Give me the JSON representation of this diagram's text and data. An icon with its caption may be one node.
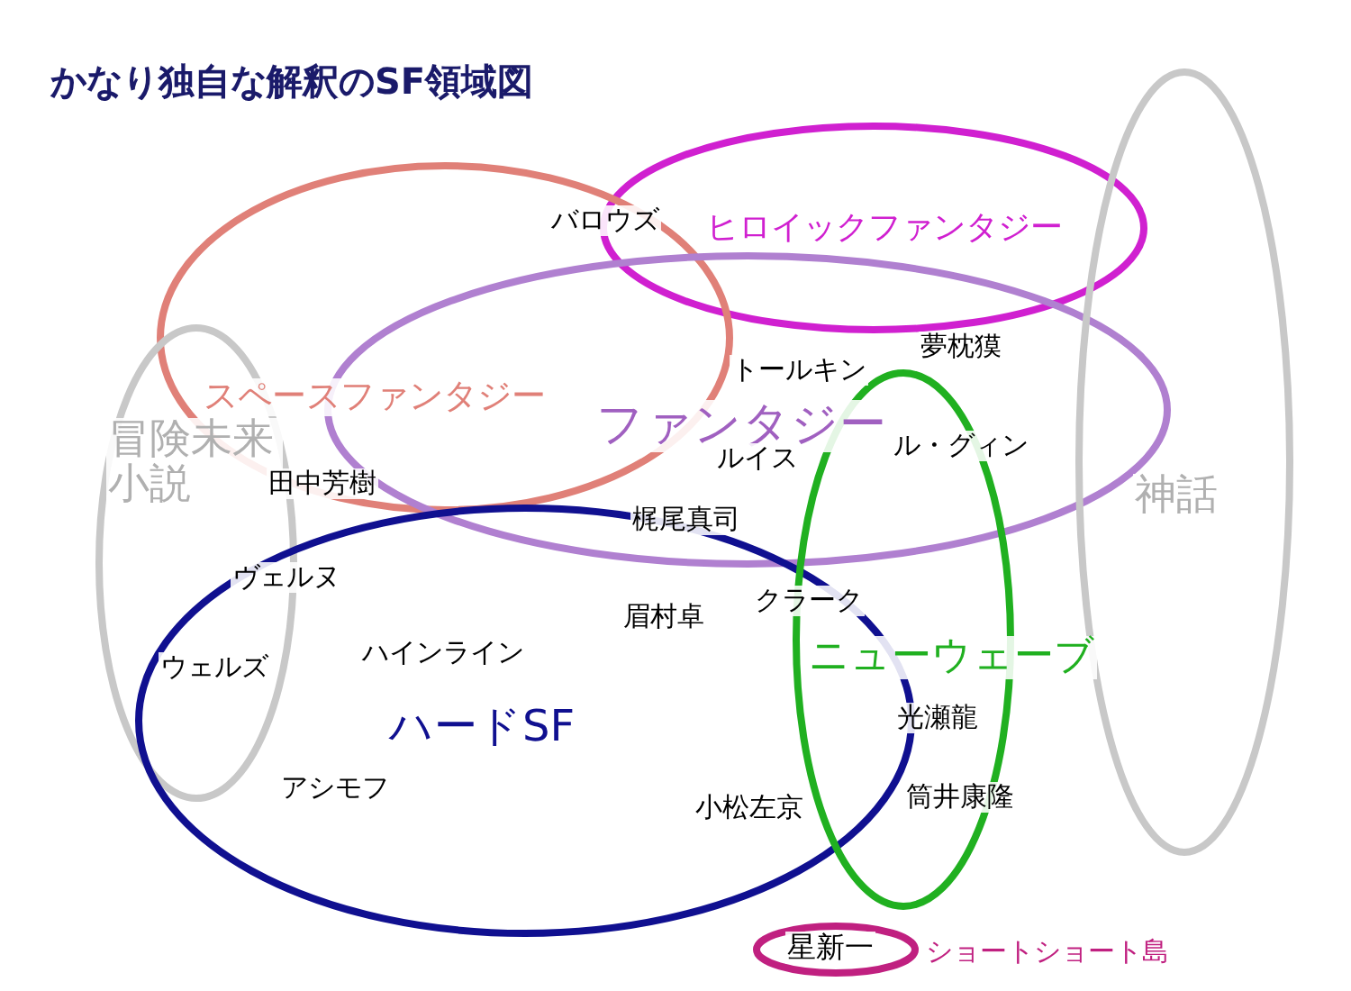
{
  "diagram": {
    "title": "かなり独自な解釈のSF領域図",
    "nodes": [
      {
        "text": [
          "ヒロイックファンタジー"
        ]
      },
      {
        "text": [
          "スペースファンタジー"
        ]
      },
      {
        "text": [
          "ファンタジー"
        ]
      },
      {
        "text": [
          "冒険未来小説"
        ]
      },
      {
        "text": [
          "ハードSF"
        ]
      },
      {
        "text": [
          "ニューウェーブ"
        ]
      },
      {
        "text": [
          "神話"
        ]
      },
      {
        "text": [
          "星新一"
        ],
        "beside": [
          "ショートショート島"
        ]
      }
    ],
    "edges": [],
    "labels": [
      "バロウズ",
      "夢枕獏",
      "トールキン",
      "ル・グィン",
      "ルイス",
      "田中芳樹",
      "梶尾真司",
      "ヴェルヌ",
      "クラーク",
      "眉村卓",
      "ハインライン",
      "ウェルズ",
      "光瀬龍",
      "アシモフ",
      "筒井康隆",
      "小松左京"
    ]
  }
}
